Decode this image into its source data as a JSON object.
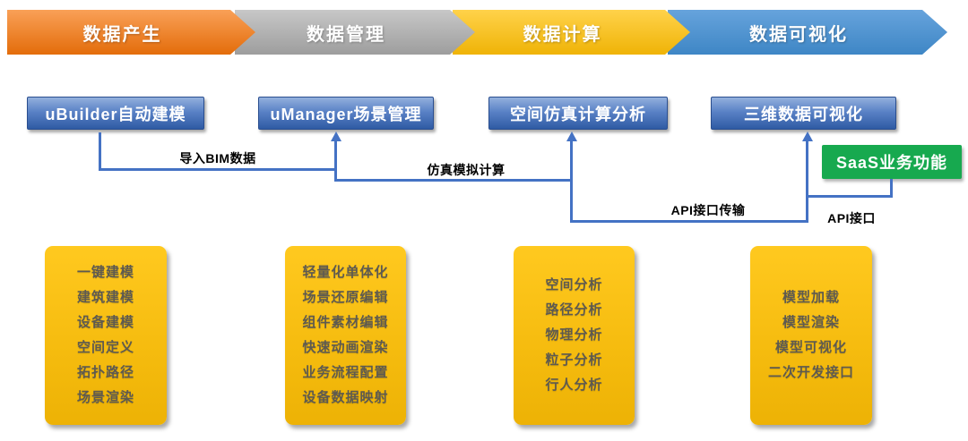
{
  "banner": {
    "stages": [
      {
        "label": "数据产生",
        "color_top": "#F9A057",
        "color_bottom": "#E36C0A"
      },
      {
        "label": "数据管理",
        "color_top": "#C7C7C7",
        "color_bottom": "#9D9D9D"
      },
      {
        "label": "数据计算",
        "color_top": "#FFD24A",
        "color_bottom": "#EFB306"
      },
      {
        "label": "数据可视化",
        "color_top": "#66A3DC",
        "color_bottom": "#3E86C5"
      }
    ]
  },
  "modules": [
    {
      "label": "uBuilder自动建模"
    },
    {
      "label": "uManager场景管理"
    },
    {
      "label": "空间仿真计算分析"
    },
    {
      "label": "三维数据可视化"
    }
  ],
  "saas": {
    "label": "SaaS业务功能",
    "color": "#17A94F"
  },
  "connectors": [
    {
      "label": "导入BIM数据"
    },
    {
      "label": "仿真模拟计算"
    },
    {
      "label": "API接口传输"
    },
    {
      "label": "API接口"
    }
  ],
  "features": [
    {
      "items": [
        "一键建模",
        "建筑建模",
        "设备建模",
        "空间定义",
        "拓扑路径",
        "场景渲染"
      ]
    },
    {
      "items": [
        "轻量化单体化",
        "场景还原编辑",
        "组件素材编辑",
        "快速动画渲染",
        "业务流程配置",
        "设备数据映射"
      ]
    },
    {
      "items": [
        "空间分析",
        "路径分析",
        "物理分析",
        "粒子分析",
        "行人分析"
      ]
    },
    {
      "items": [
        "模型加载",
        "模型渲染",
        "模型可视化",
        "二次开发接口"
      ]
    }
  ],
  "colors": {
    "connector_blue": "#4472C4",
    "module_blue_top": "#93B0DD",
    "module_blue_bottom": "#2F5BA4",
    "feature_yellow_top": "#FFC91F",
    "feature_yellow_bottom": "#EDB205",
    "feature_text": "#5E5A50"
  }
}
